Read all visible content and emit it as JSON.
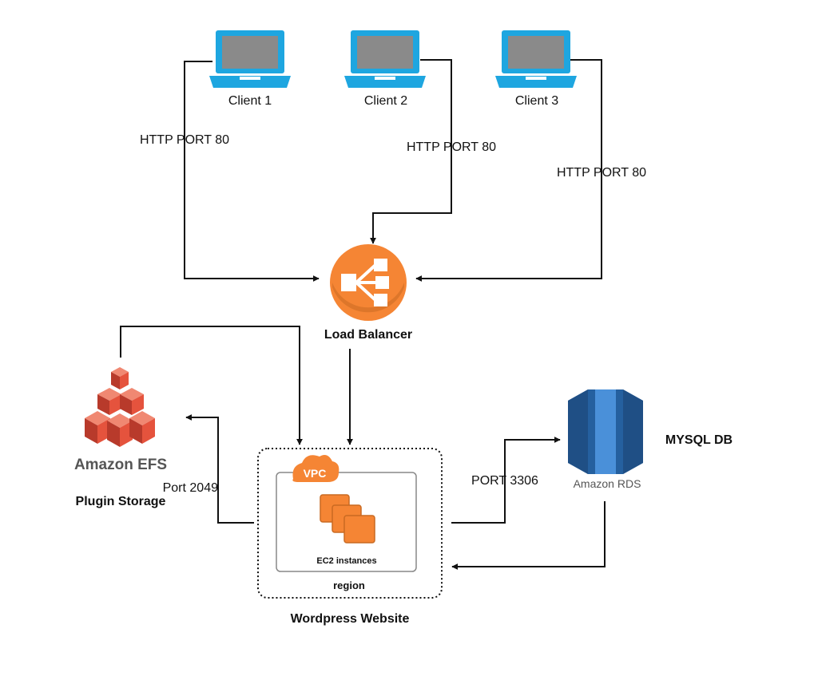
{
  "clients": [
    {
      "label": "Client 1"
    },
    {
      "label": "Client 2"
    },
    {
      "label": "Client 3"
    }
  ],
  "connections": {
    "client1_protocol": "HTTP PORT 80",
    "client2_protocol": "HTTP PORT 80",
    "client3_protocol": "HTTP PORT 80",
    "efs_port": "Port 2049",
    "rds_port": "PORT 3306"
  },
  "load_balancer": {
    "label": "Load Balancer"
  },
  "efs": {
    "product": "Amazon EFS",
    "role": "Plugin Storage"
  },
  "rds": {
    "product": "Amazon RDS",
    "role": "MYSQL DB"
  },
  "website": {
    "vpc_label": "VPC",
    "instances_label": "EC2 instances",
    "region_label": "region",
    "title": "Wordpress Website"
  },
  "colors": {
    "laptop": "#1ea6e0",
    "screen": "#8a8a8a",
    "aws_orange": "#f58534",
    "efs_red": "#e5533d",
    "rds_blue": "#2e73b8"
  }
}
